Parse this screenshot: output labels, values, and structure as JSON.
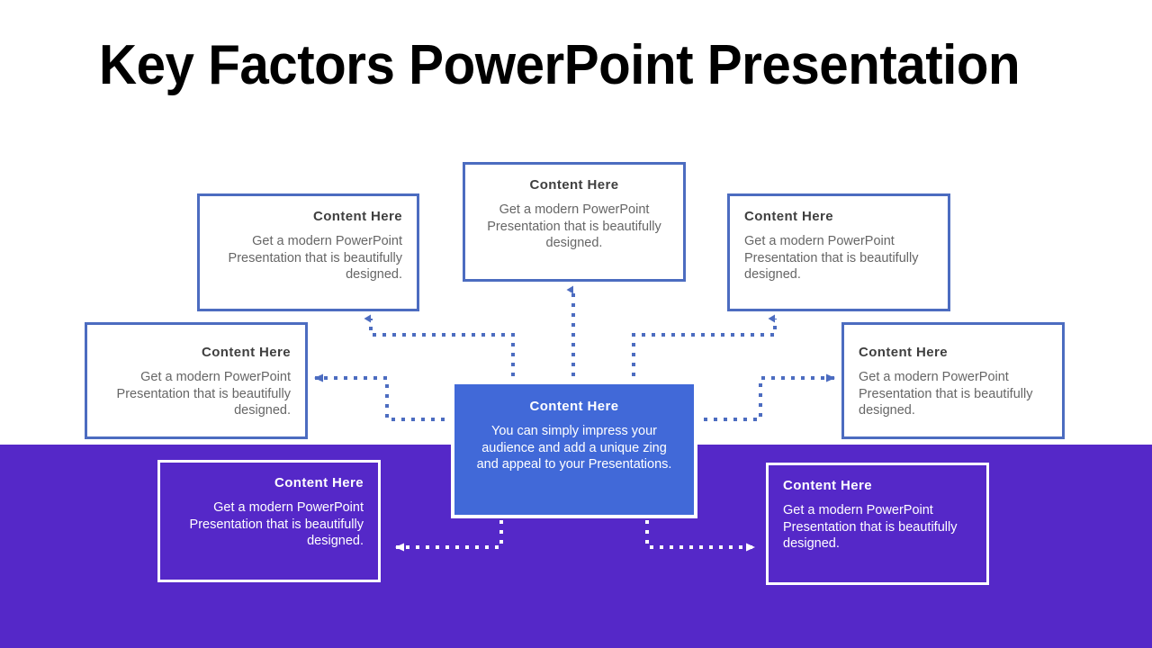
{
  "slide": {
    "title": "Key Factors PowerPoint Presentation",
    "background_color": "#FFFFFF",
    "band_color": "#5528C8",
    "accent_color": "#4C6CC0",
    "center_fill_color": "#4169D8",
    "title_color": "#000000",
    "card_title_color": "#3F3F3F",
    "card_body_color": "#666666"
  },
  "cards": {
    "top_left": {
      "title": "Content  Here",
      "body": "Get a modern PowerPoint Presentation that is beautifully designed."
    },
    "top_center": {
      "title": "Content  Here",
      "body": "Get a modern PowerPoint Presentation that is beautifully designed."
    },
    "top_right": {
      "title": "Content  Here",
      "body": "Get a modern PowerPoint Presentation that is beautifully designed."
    },
    "mid_left": {
      "title": "Content  Here",
      "body": "Get a modern PowerPoint Presentation that is beautifully designed."
    },
    "mid_right": {
      "title": "Content  Here",
      "body": "Get a modern PowerPoint Presentation that is beautifully designed."
    },
    "center": {
      "title": "Content  Here",
      "body": "You can simply impress your audience and add a unique zing and appeal to your Presentations."
    },
    "bottom_left": {
      "title": "Content  Here",
      "body": "Get a modern PowerPoint Presentation that is beautifully designed."
    },
    "bottom_right": {
      "title": "Content  Here",
      "body": "Get a modern PowerPoint Presentation that is beautifully designed."
    }
  },
  "connectors": {
    "count": 7,
    "style": "dotted",
    "blue_color": "#4C6CC0",
    "white_color": "#FFFFFF",
    "targets": [
      "top-left",
      "top-center",
      "top-right",
      "mid-left",
      "mid-right",
      "bottom-left",
      "bottom-right"
    ]
  }
}
